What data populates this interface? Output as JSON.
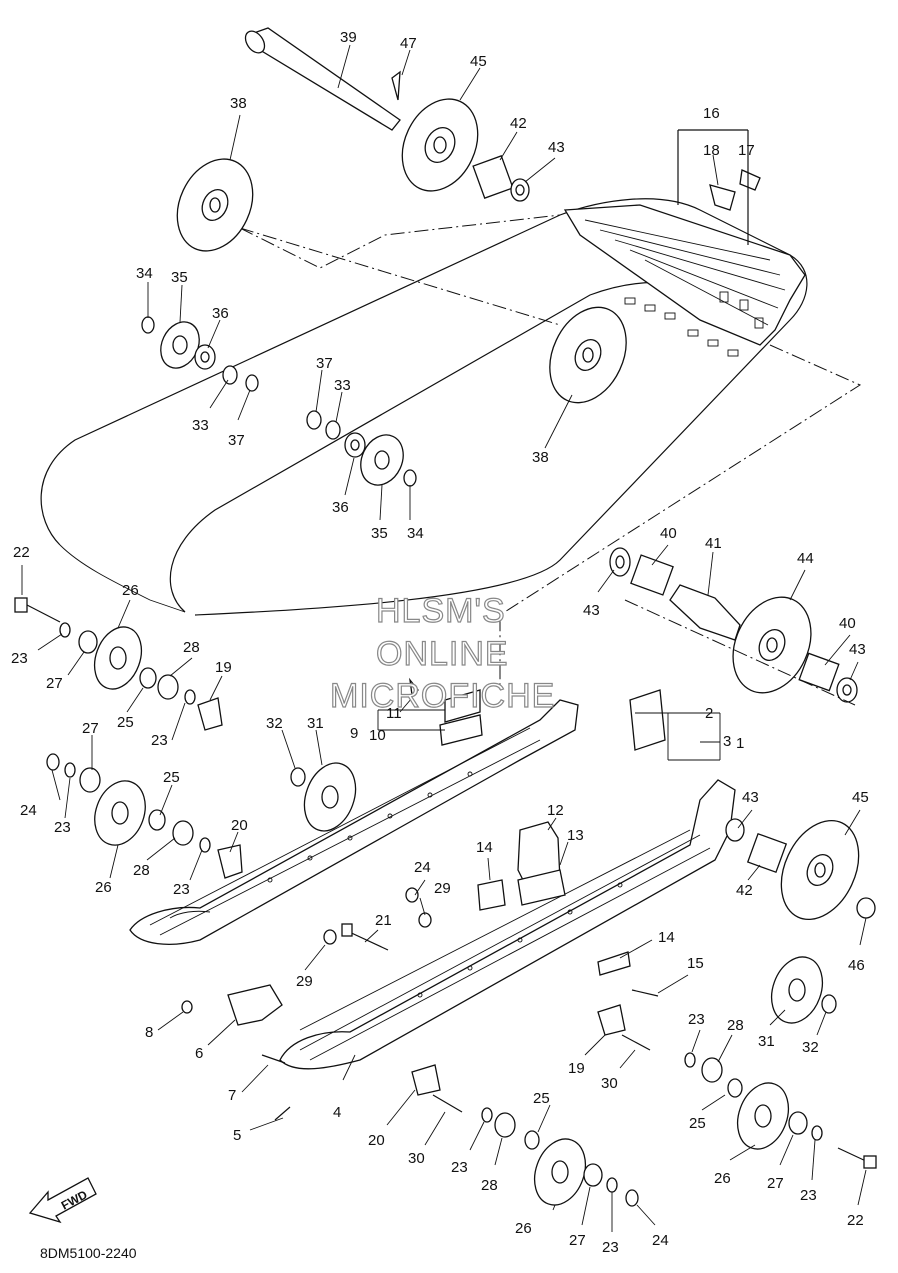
{
  "diagram": {
    "code": "8DM5100-2240",
    "watermark": [
      "HLSM'S",
      "ONLINE",
      "MICROFICHE"
    ],
    "fwd_label": "FWD",
    "callouts": [
      {
        "id": "c39",
        "text": "39"
      },
      {
        "id": "c47",
        "text": "47"
      },
      {
        "id": "c45a",
        "text": "45"
      },
      {
        "id": "c38a",
        "text": "38"
      },
      {
        "id": "c42a",
        "text": "42"
      },
      {
        "id": "c43a",
        "text": "43"
      },
      {
        "id": "c16",
        "text": "16"
      },
      {
        "id": "c18",
        "text": "18"
      },
      {
        "id": "c17",
        "text": "17"
      },
      {
        "id": "c34a",
        "text": "34"
      },
      {
        "id": "c35a",
        "text": "35"
      },
      {
        "id": "c36a",
        "text": "36"
      },
      {
        "id": "c33a",
        "text": "33"
      },
      {
        "id": "c37a",
        "text": "37"
      },
      {
        "id": "c37b",
        "text": "37"
      },
      {
        "id": "c33b",
        "text": "33"
      },
      {
        "id": "c38b",
        "text": "38"
      },
      {
        "id": "c36b",
        "text": "36"
      },
      {
        "id": "c35b",
        "text": "35"
      },
      {
        "id": "c34b",
        "text": "34"
      },
      {
        "id": "c22a",
        "text": "22"
      },
      {
        "id": "c26a",
        "text": "26"
      },
      {
        "id": "c23a",
        "text": "23"
      },
      {
        "id": "c27a",
        "text": "27"
      },
      {
        "id": "c28a",
        "text": "28"
      },
      {
        "id": "c19a",
        "text": "19"
      },
      {
        "id": "c25a",
        "text": "25"
      },
      {
        "id": "c23b",
        "text": "23"
      },
      {
        "id": "c40a",
        "text": "40"
      },
      {
        "id": "c41",
        "text": "41"
      },
      {
        "id": "c44",
        "text": "44"
      },
      {
        "id": "c43b",
        "text": "43"
      },
      {
        "id": "c40b",
        "text": "40"
      },
      {
        "id": "c43c",
        "text": "43"
      },
      {
        "id": "c11",
        "text": "11"
      },
      {
        "id": "c9",
        "text": "9"
      },
      {
        "id": "c10",
        "text": "10"
      },
      {
        "id": "c32a",
        "text": "32"
      },
      {
        "id": "c31a",
        "text": "31"
      },
      {
        "id": "c2",
        "text": "2"
      },
      {
        "id": "c3",
        "text": "3"
      },
      {
        "id": "c1",
        "text": "1"
      },
      {
        "id": "c27b",
        "text": "27"
      },
      {
        "id": "c24a",
        "text": "24"
      },
      {
        "id": "c23c",
        "text": "23"
      },
      {
        "id": "c25b",
        "text": "25"
      },
      {
        "id": "c26b",
        "text": "26"
      },
      {
        "id": "c28b",
        "text": "28"
      },
      {
        "id": "c23d",
        "text": "23"
      },
      {
        "id": "c20a",
        "text": "20"
      },
      {
        "id": "c43d",
        "text": "43"
      },
      {
        "id": "c45b",
        "text": "45"
      },
      {
        "id": "c12",
        "text": "12"
      },
      {
        "id": "c13",
        "text": "13"
      },
      {
        "id": "c14a",
        "text": "14"
      },
      {
        "id": "c24b",
        "text": "24"
      },
      {
        "id": "c29a",
        "text": "29"
      },
      {
        "id": "c42b",
        "text": "42"
      },
      {
        "id": "c46",
        "text": "46"
      },
      {
        "id": "c21",
        "text": "21"
      },
      {
        "id": "c29b",
        "text": "29"
      },
      {
        "id": "c14b",
        "text": "14"
      },
      {
        "id": "c15",
        "text": "15"
      },
      {
        "id": "c8",
        "text": "8"
      },
      {
        "id": "c6",
        "text": "6"
      },
      {
        "id": "c31b",
        "text": "31"
      },
      {
        "id": "c32b",
        "text": "32"
      },
      {
        "id": "c23e",
        "text": "23"
      },
      {
        "id": "c28c",
        "text": "28"
      },
      {
        "id": "c7",
        "text": "7"
      },
      {
        "id": "c19b",
        "text": "19"
      },
      {
        "id": "c30a",
        "text": "30"
      },
      {
        "id": "c4",
        "text": "4"
      },
      {
        "id": "c25c",
        "text": "25"
      },
      {
        "id": "c5",
        "text": "5"
      },
      {
        "id": "c20b",
        "text": "20"
      },
      {
        "id": "c30b",
        "text": "30"
      },
      {
        "id": "c23f",
        "text": "23"
      },
      {
        "id": "c28d",
        "text": "28"
      },
      {
        "id": "c25d",
        "text": "25"
      },
      {
        "id": "c26c",
        "text": "26"
      },
      {
        "id": "c27c",
        "text": "27"
      },
      {
        "id": "c23g",
        "text": "23"
      },
      {
        "id": "c22b",
        "text": "22"
      },
      {
        "id": "c26d",
        "text": "26"
      },
      {
        "id": "c27d",
        "text": "27"
      },
      {
        "id": "c23h",
        "text": "23"
      },
      {
        "id": "c24c",
        "text": "24"
      }
    ]
  }
}
